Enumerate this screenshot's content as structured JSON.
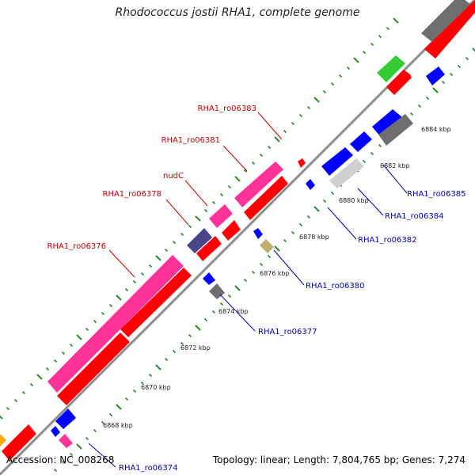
{
  "title": "Rhodococcus jostii RHA1, complete genome",
  "footer": {
    "accession": "Accession: NC_008268",
    "topology": "Topology: linear; Length: 7,804,765 bp; Genes: 7,274"
  },
  "colors": {
    "backbone": "#8c8c8c",
    "scale_dots": "#2d8a2d",
    "label_forward": "#cc0000",
    "label_reverse": "#0000bb"
  },
  "scale_ticks": [
    "6868 kbp",
    "6870 kbp",
    "6872 kbp",
    "6874 kbp",
    "6876 kbp",
    "6878 kbp",
    "6880 kbp",
    "6882 kbp",
    "6884 kbp"
  ],
  "forward_labels": [
    "RHA1_ro06376",
    "RHA1_ro06378",
    "nudC",
    "RHA1_ro06381",
    "RHA1_ro06383"
  ],
  "reverse_labels": [
    "RHA1_ro06374",
    "RHA1_ro06377",
    "RHA1_ro06380",
    "RHA1_ro06382",
    "RHA1_ro06384",
    "RHA1_ro06385"
  ]
}
